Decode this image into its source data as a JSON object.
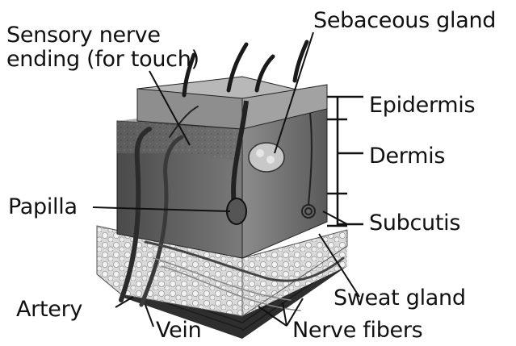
{
  "labels": {
    "sensory_line1": "Sensory nerve",
    "sensory_line2": "ending (for touch)",
    "sebaceous": "Sebaceous gland",
    "epidermis": "Epidermis",
    "dermis": "Dermis",
    "papilla": "Papilla",
    "subcutis": "Subcutis",
    "sweat_gland": "Sweat gland",
    "artery": "Artery",
    "vein": "Vein",
    "nerve_fibers": "Nerve fibers"
  }
}
